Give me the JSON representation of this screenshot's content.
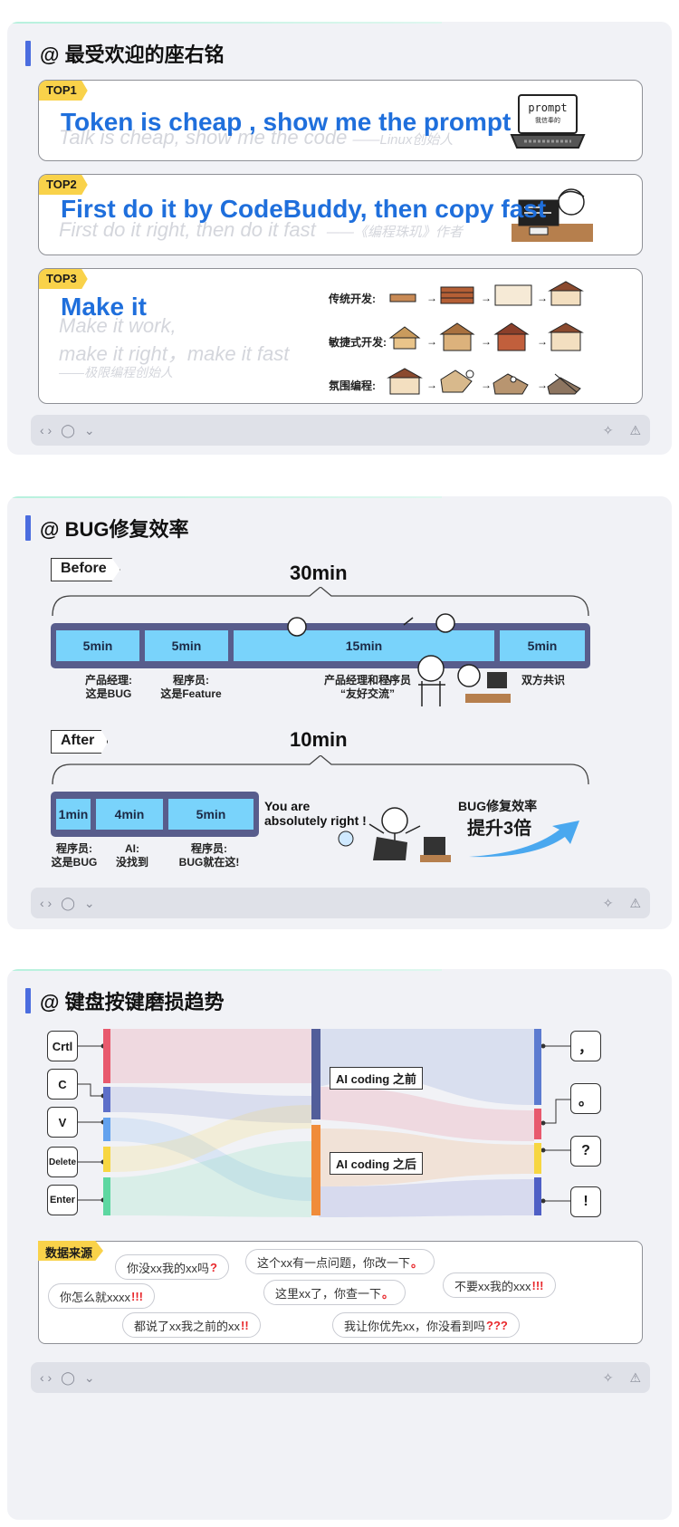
{
  "card1": {
    "title": "@ 最受欢迎的座右铭",
    "top1": {
      "tag": "TOP1",
      "quote": "Token is cheap , show me the prompt",
      "ghost": "Talk is cheap, show me the code",
      "ghost_author": "——Linux创始人",
      "laptop_text1": "prompt",
      "laptop_text2": "我信奉的"
    },
    "top2": {
      "tag": "TOP2",
      "quote": "First do it by CodeBuddy, then copy fast",
      "ghost": "First do it right, then do it fast",
      "ghost_author": "——《编程珠玑》作者"
    },
    "top3": {
      "tag": "TOP3",
      "quote": "Make it",
      "ghost_l1": "Make it work,",
      "ghost_l2": "make it right，make it fast",
      "ghost_author": "——极限编程创始人",
      "rows": [
        "传统开发:",
        "敏捷式开发:",
        "氛围编程:"
      ]
    }
  },
  "card2": {
    "title": "@ BUG修复效率",
    "before": {
      "flag": "Before",
      "total": "30min",
      "segments": [
        "5min",
        "5min",
        "15min",
        "5min"
      ],
      "labels": [
        [
          "产品经理:",
          "这是BUG"
        ],
        [
          "程序员:",
          "这是Feature"
        ],
        [
          "产品经理和程序员",
          "“友好交流”"
        ],
        [
          "双方共识"
        ]
      ]
    },
    "after": {
      "flag": "After",
      "total": "10min",
      "segments": [
        "1min",
        "4min",
        "5min"
      ],
      "labels": [
        [
          "程序员:",
          "这是BUG"
        ],
        [
          "AI:",
          "没找到"
        ],
        [
          "程序员:",
          "BUG就在这!"
        ]
      ],
      "speech_l1": "You are",
      "speech_l2": "absolutely right !",
      "result_l1": "BUG修复效率",
      "result_l2": "提升3倍"
    }
  },
  "card3": {
    "title": "@ 键盘按键磨损趋势",
    "keys": [
      "Crtl",
      "C",
      "V",
      "Delete",
      "Enter"
    ],
    "middle": [
      "AI coding 之前",
      "AI coding 之后"
    ],
    "puncs": [
      "，",
      "。",
      "?",
      "!"
    ],
    "colors": {
      "red": "#e8596d",
      "indigo": "#5d6fc9",
      "blue": "#63a2ee",
      "yellow": "#f7d641",
      "green": "#5dd7a1",
      "midtop": "#525e9a",
      "midbottom": "#f08c3a",
      "right_blue": "#5c7bd0",
      "right_red": "#e8596d",
      "right_yellow": "#f7d641",
      "right_indigo": "#4f5fc5"
    },
    "source_tag": "数据来源",
    "bubbles": [
      {
        "text": "你没xx我的xx吗",
        "ex": "?"
      },
      {
        "text": "这个xx有一点问题，你改一下",
        "ex": "。"
      },
      {
        "text": "你怎么就xxxx",
        "ex": "!!!"
      },
      {
        "text": "这里xx了，你查一下",
        "ex": "。"
      },
      {
        "text": "不要xx我的xxx",
        "ex": "!!!"
      },
      {
        "text": "都说了xx我之前的xx",
        "ex": "!!"
      },
      {
        "text": "我让你优先xx，你没看到吗",
        "ex": "???"
      }
    ]
  },
  "toolbar": {
    "code": "‹ ›",
    "comment": "◯",
    "chevron": "⌄",
    "sparkle": "✧",
    "warn": "⚠"
  }
}
